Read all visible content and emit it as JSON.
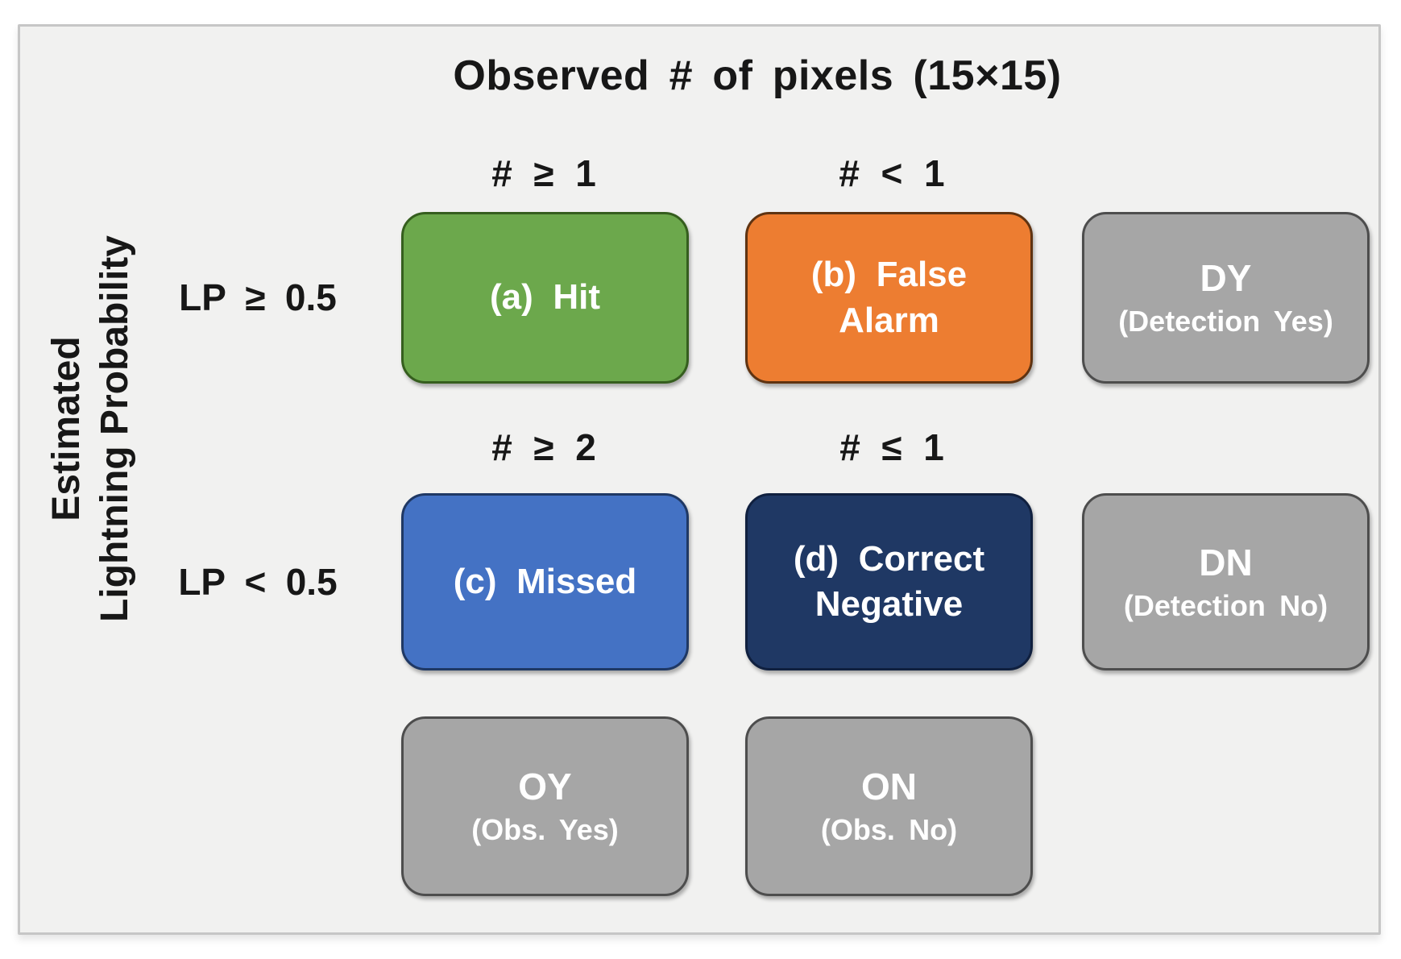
{
  "page": {
    "background": "#FFFFFF"
  },
  "panel": {
    "background": "#F1F1F0",
    "border_color": "#C6C6C6"
  },
  "title": {
    "text": "Observed # of pixels (15×15)"
  },
  "y_axis": {
    "line1": "Estimated",
    "line2": "Lightning Probability"
  },
  "row_labels": [
    {
      "text": "LP ≥ 0.5"
    },
    {
      "text": "LP < 0.5"
    }
  ],
  "col_headers": {
    "row1": [
      {
        "text": "# ≥ 1"
      },
      {
        "text": "# < 1"
      }
    ],
    "row2": [
      {
        "text": "# ≥ 2"
      },
      {
        "text": "# ≤ 1"
      }
    ]
  },
  "grid": {
    "cells": {
      "hit": {
        "line1": "(a) Hit",
        "fill": "#6CA84C",
        "border": "#355E1E",
        "text_color": "#FFFFFF"
      },
      "false_alarm": {
        "line1": "(b) False",
        "line2": "Alarm",
        "fill": "#ED7D31",
        "border": "#5F3311",
        "text_color": "#FFFFFF"
      },
      "dy": {
        "main": "DY",
        "sub": "(Detection Yes)",
        "fill": "#A6A6A6",
        "border": "#4D4D4D",
        "text_color": "#FFFFFF"
      },
      "missed": {
        "line1": "(c) Missed",
        "fill": "#4472C4",
        "border": "#1F3864",
        "text_color": "#FFFFFF"
      },
      "correct_negative": {
        "line1": "(d) Correct",
        "line2": "Negative",
        "fill": "#1F3864",
        "border": "#10203F",
        "text_color": "#FFFFFF"
      },
      "dn": {
        "main": "DN",
        "sub": "(Detection No)",
        "fill": "#A6A6A6",
        "border": "#4D4D4D",
        "text_color": "#FFFFFF"
      },
      "oy": {
        "main": "OY",
        "sub": "(Obs. Yes)",
        "fill": "#A6A6A6",
        "border": "#4D4D4D",
        "text_color": "#FFFFFF"
      },
      "on": {
        "main": "ON",
        "sub": "(Obs. No)",
        "fill": "#A6A6A6",
        "border": "#4D4D4D",
        "text_color": "#FFFFFF"
      }
    }
  }
}
